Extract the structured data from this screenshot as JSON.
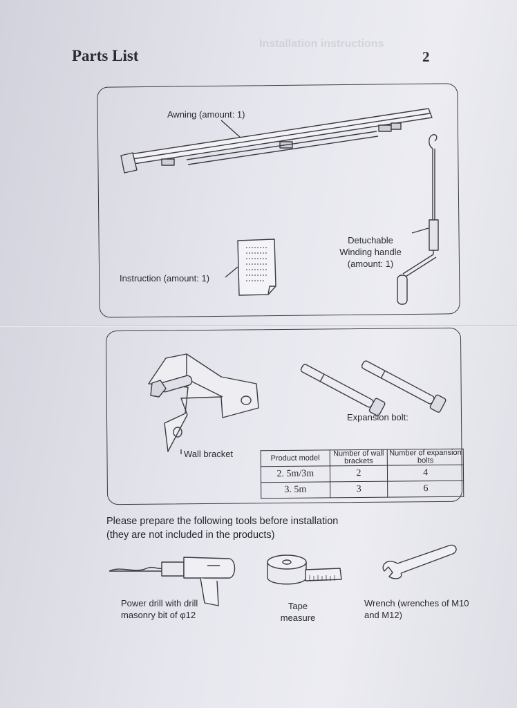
{
  "header": {
    "title": "Parts List",
    "page_number": "2",
    "bleed_text": "Installation instructions"
  },
  "parts": {
    "awning": "Awning (amount: 1)",
    "instruction": "Instruction (amount: 1)",
    "handle": [
      "Detuchable",
      "Winding handle",
      "(amount: 1)"
    ],
    "wall_bracket": "Wall bracket",
    "expansion_bolt": "Expansion bolt:"
  },
  "table": {
    "headers": [
      "Product model",
      "Number of wall brackets",
      "Number of expansion bolts"
    ],
    "rows": [
      [
        "2. 5m/3m",
        "2",
        "4"
      ],
      [
        "3. 5m",
        "3",
        "6"
      ]
    ]
  },
  "tools": {
    "intro_line1": "Please prepare the following tools before installation",
    "intro_line2": "(they are not included in the products)",
    "drill": [
      "Power drill with drill",
      "masonry bit of φ12"
    ],
    "tape": [
      "Tape",
      "measure"
    ],
    "wrench": [
      "Wrench (wrenches of M10",
      "and M12)"
    ]
  }
}
